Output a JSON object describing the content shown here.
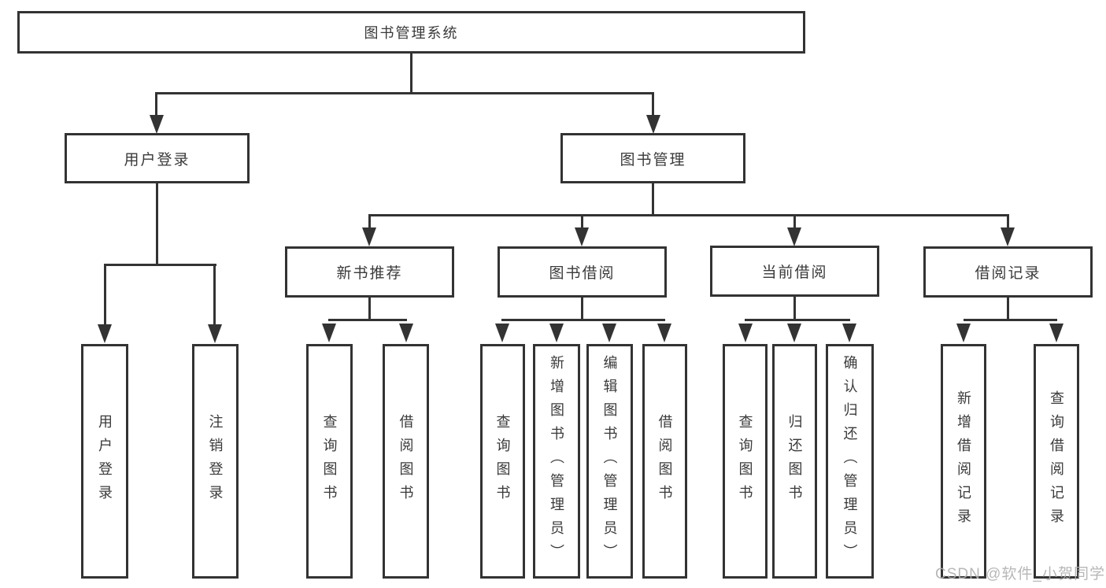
{
  "diagram": {
    "root": {
      "label": "图书管理系统"
    },
    "level2": [
      {
        "label": "用户登录"
      },
      {
        "label": "图书管理"
      }
    ],
    "level3": [
      {
        "label": "新书推荐",
        "parent": "图书管理"
      },
      {
        "label": "图书借阅",
        "parent": "图书管理"
      },
      {
        "label": "当前借阅",
        "parent": "图书管理"
      },
      {
        "label": "借阅记录",
        "parent": "图书管理"
      }
    ],
    "leaves": [
      {
        "label": "用户登录",
        "parent": "用户登录"
      },
      {
        "label": "注销登录",
        "parent": "用户登录"
      },
      {
        "label": "查询图书",
        "parent": "新书推荐"
      },
      {
        "label": "借阅图书",
        "parent": "新书推荐"
      },
      {
        "label": "查询图书",
        "parent": "图书借阅"
      },
      {
        "label": "新增图书（管理员）",
        "parent": "图书借阅"
      },
      {
        "label": "编辑图书（管理员）",
        "parent": "图书借阅"
      },
      {
        "label": "借阅图书",
        "parent": "图书借阅"
      },
      {
        "label": "查询图书",
        "parent": "当前借阅"
      },
      {
        "label": "归还图书",
        "parent": "当前借阅"
      },
      {
        "label": "确认归还（管理员）",
        "parent": "当前借阅"
      },
      {
        "label": "新增借阅记录",
        "parent": "借阅记录"
      },
      {
        "label": "查询借阅记录",
        "parent": "借阅记录"
      }
    ]
  },
  "watermark": {
    "text": "CSDN @软件_小贺同学"
  },
  "colors": {
    "background": "#ffffff",
    "line": "#333333",
    "text": "#3a3a3a",
    "box_fill": "#ffffff",
    "watermark": "#b0b0b0"
  }
}
